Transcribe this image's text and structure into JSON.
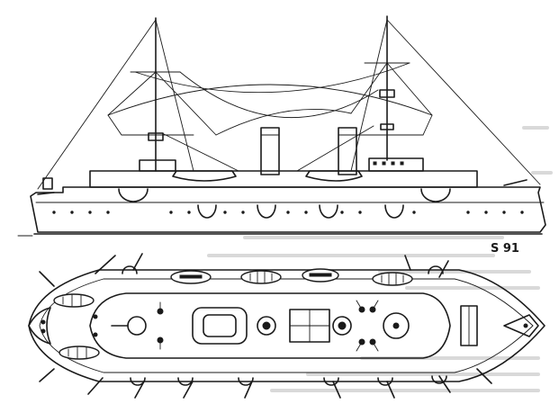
{
  "figure": {
    "figure_mark": "S 91",
    "colors": {
      "ink": "#1a1a1a",
      "paper": "#ffffff",
      "bleed_text": "#d9d9d9"
    },
    "views": [
      "side-elevation",
      "deck-plan"
    ]
  }
}
